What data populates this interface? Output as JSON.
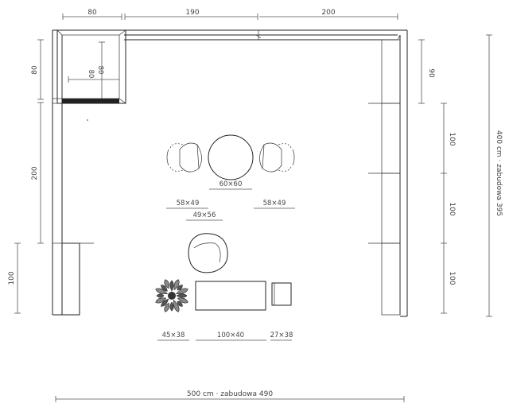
{
  "dimensions": {
    "top_wardrobe": "80",
    "top_middle": "190",
    "top_right": "200",
    "left_upper": "80",
    "left_middle": "200",
    "left_lower": "100",
    "corner_inner_h": "80",
    "corner_inner_v": "80",
    "right_top": "90",
    "right_mid1": "100",
    "right_mid2": "100",
    "right_lower": "100",
    "overall_height": "400 cm · zabudowa 395",
    "overall_width": "500 cm · zabudowa 490"
  },
  "furniture_labels": {
    "dining_table": "60×60",
    "chair_left": "58×49",
    "chair_right": "58×49",
    "armchair": "49×56",
    "plant": "45×38",
    "sofa": "100×40",
    "side_table": "27×38"
  }
}
